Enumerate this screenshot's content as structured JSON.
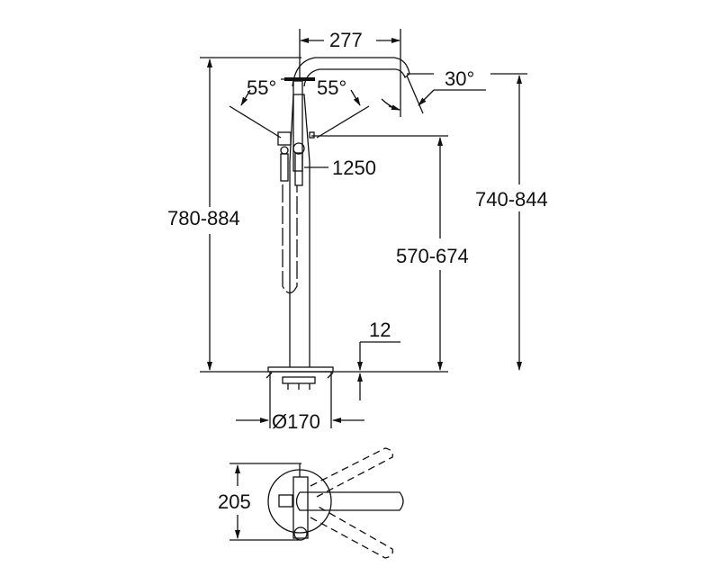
{
  "drawing": {
    "title": "Freestanding bath mixer dimension drawing",
    "colors": {
      "line": "#111111",
      "background": "#ffffff"
    },
    "dimensions": {
      "spout_reach": "277",
      "handle_angle_left": "55°",
      "handle_angle_right": "55°",
      "spout_angle": "30°",
      "hose_length": "1250",
      "total_height": "780-884",
      "outlet_height": "740-844",
      "handle_height": "570-674",
      "floor_gap": "12",
      "base_diameter": "Ø170",
      "plan_depth": "205"
    }
  }
}
